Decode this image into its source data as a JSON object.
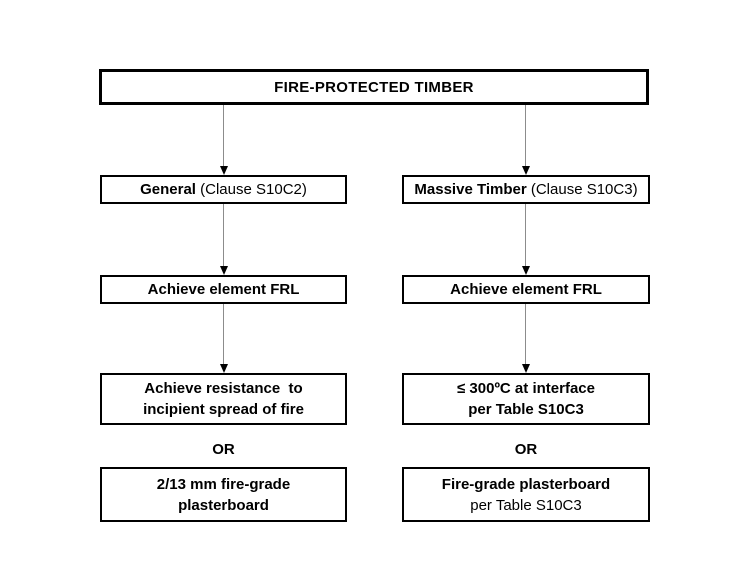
{
  "colors": {
    "background": "#ffffff",
    "box_border": "#000000",
    "text": "#000000",
    "arrow_shaft": "#8c8c8c",
    "arrow_head": "#000000"
  },
  "flowchart": {
    "title": "FIRE-PROTECTED TIMBER",
    "left": {
      "header_bold": "General",
      "header_rest": " (Clause S10C2)",
      "frl": "Achieve element FRL",
      "box3_line1": "Achieve resistance  to",
      "box3_line2": "incipient spread of fire",
      "or": "OR",
      "box4_line1": "2/13 mm fire-grade",
      "box4_line2": "plasterboard"
    },
    "right": {
      "header_bold": "Massive Timber",
      "header_rest": " (Clause S10C3)",
      "frl": "Achieve element FRL",
      "box3_line1": "≤ 300ºC at interface",
      "box3_line2": "per Table S10C3",
      "or": "OR",
      "box4_line1": "Fire-grade plasterboard",
      "box4_line2": "per Table S10C3"
    }
  }
}
